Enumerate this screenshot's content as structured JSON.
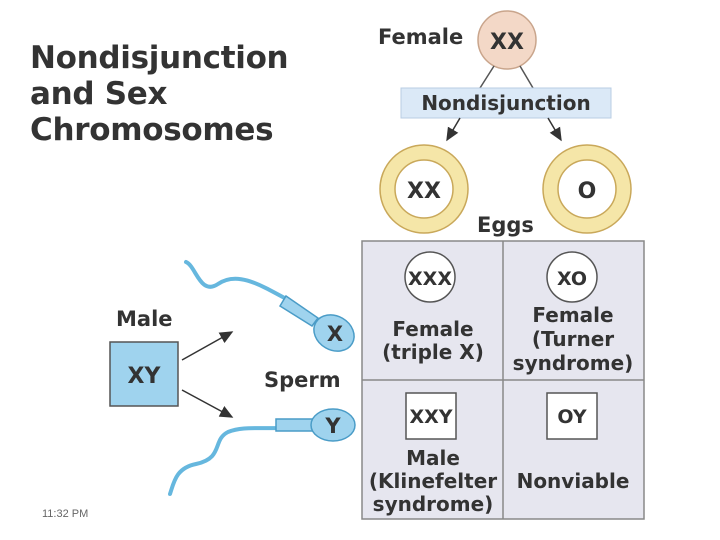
{
  "title": {
    "line1": "Nondisjunction",
    "line2": "and Sex",
    "line3": "Chromosomes"
  },
  "female": {
    "label": "Female",
    "genotype": "XX"
  },
  "process_label": "Nondisjunction",
  "eggs": {
    "label": "Eggs",
    "egg1": "XX",
    "egg2": "O"
  },
  "male": {
    "label": "Male",
    "genotype": "XY"
  },
  "sperm": {
    "label": "Sperm",
    "sperm1": "X",
    "sperm2": "Y"
  },
  "grid": {
    "cells": [
      {
        "genotype": "XXX",
        "line1": "Female",
        "line2": "(triple X)"
      },
      {
        "genotype": "XO",
        "line1": "Female",
        "line2": "(Turner",
        "line3": "syndrome)"
      },
      {
        "genotype": "XXY",
        "line1": "Male",
        "line2": "(Klinefelter",
        "line3": "syndrome)"
      },
      {
        "genotype": "OY",
        "line1": "Nonviable"
      }
    ]
  },
  "timestamp": "11:32 PM",
  "colors": {
    "female_circle": "#f3d8c7",
    "egg_ring": "#f5e6a8",
    "grid_bg": "#e6e6ef",
    "sperm_blue": "#9fd3ee",
    "label_bg": "#dbe9f7"
  }
}
